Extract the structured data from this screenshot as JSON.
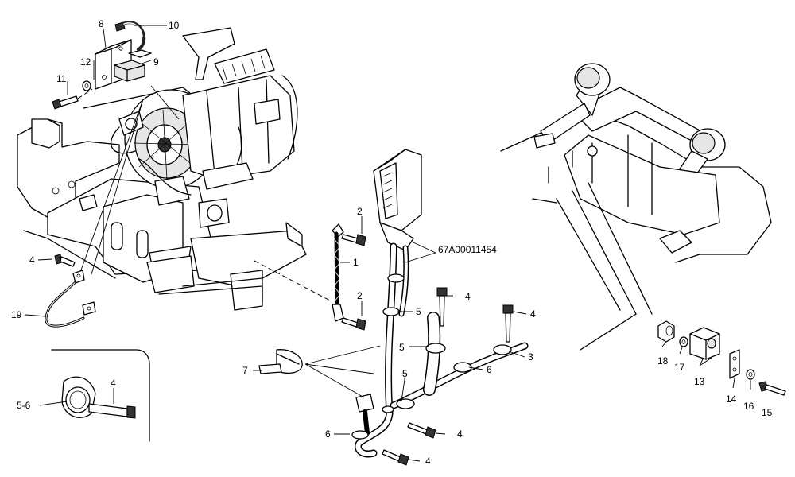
{
  "diagram": {
    "reference_code": "67A00011454",
    "callouts": {
      "c1": "1",
      "c2a": "2",
      "c2b": "2",
      "c3": "3",
      "c4a": "4",
      "c4b": "4",
      "c4c": "4",
      "c4d": "4",
      "c4e": "4",
      "c4f": "4",
      "c5a": "5",
      "c5b": "5",
      "c5c": "5",
      "c56": "5-6",
      "c6a": "6",
      "c6b": "6",
      "c7": "7",
      "c8": "8",
      "c9": "9",
      "c10": "10",
      "c11": "11",
      "c12": "12",
      "c13": "13",
      "c14": "14",
      "c15": "15",
      "c16": "16",
      "c17": "17",
      "c18": "18",
      "c19": "19"
    }
  }
}
